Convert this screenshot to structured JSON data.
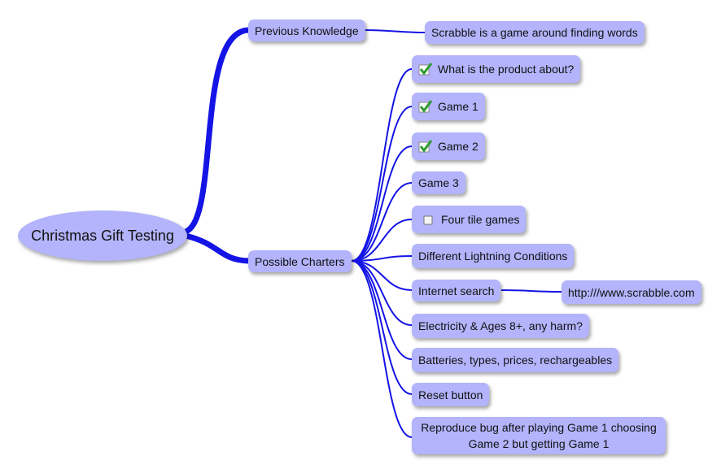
{
  "root": {
    "label": "Christmas Gift Testing"
  },
  "branches": {
    "previous": {
      "label": "Previous Knowledge",
      "children": [
        "Scrabble is a game around finding words"
      ]
    },
    "charters": {
      "label": "Possible Charters",
      "items": [
        {
          "label": "What is the product about?",
          "icon": "checkmark-icon"
        },
        {
          "label": "Game 1",
          "icon": "checkmark-icon"
        },
        {
          "label": "Game 2",
          "icon": "checkmark-icon"
        },
        {
          "label": "Game 3"
        },
        {
          "label": "Four tile games",
          "icon": "checkbox-icon"
        },
        {
          "label": "Different Lightning Conditions"
        },
        {
          "label": "Internet search",
          "child": "http:///www.scrabble.com"
        },
        {
          "label": "Electricity & Ages 8+, any harm?"
        },
        {
          "label": "Batteries, types, prices, rechargeables"
        },
        {
          "label": "Reset button"
        },
        {
          "label": "Reproduce bug after playing Game 1 choosing Game 2 but getting Game 1"
        }
      ]
    }
  },
  "colors": {
    "link": "#1414e6",
    "node": "#b3b4fb"
  }
}
